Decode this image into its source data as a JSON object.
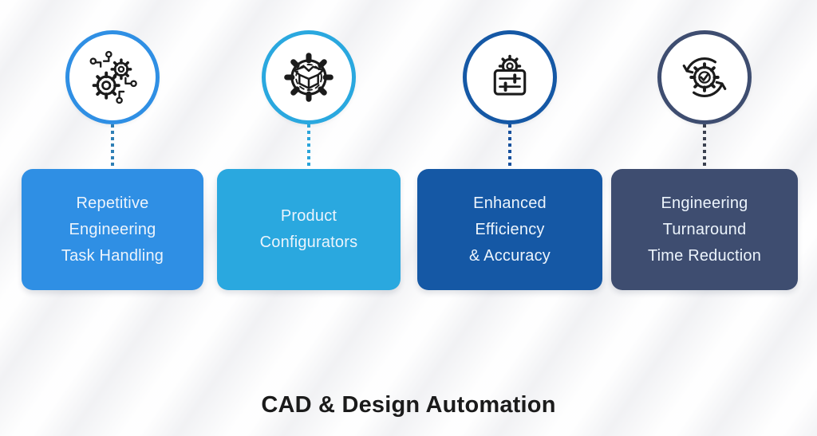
{
  "title": "CAD & Design Automation",
  "background": {
    "base_color": "#f5f5f7",
    "stripe_color": "#ffffff"
  },
  "text_color": "#ecf4fc",
  "title_color": "#1b1b1b",
  "items": [
    {
      "name": "repetitive-engineering-task-handling",
      "icon": "gears-circuit-icon",
      "accent_color": "#2f8fe4",
      "connector_color": "#2f7fb5",
      "lines": [
        "Repetitive",
        "Engineering",
        "Task Handling"
      ]
    },
    {
      "name": "product-configurators",
      "icon": "gear-package-box-icon",
      "accent_color": "#2aa8df",
      "connector_color": "#2aa4da",
      "lines": [
        "Product",
        "Configurators"
      ]
    },
    {
      "name": "enhanced-efficiency-accuracy",
      "icon": "control-panel-gear-icon",
      "accent_color": "#1558a5",
      "connector_color": "#16509d",
      "lines": [
        "Enhanced",
        "Efficiency",
        "& Accuracy"
      ]
    },
    {
      "name": "engineering-turnaround-time-reduction",
      "icon": "gear-cycle-check-icon",
      "accent_color": "#3e4d70",
      "connector_color": "#3b4150",
      "lines": [
        "Engineering",
        "Turnaround",
        "Time Reduction"
      ]
    }
  ]
}
